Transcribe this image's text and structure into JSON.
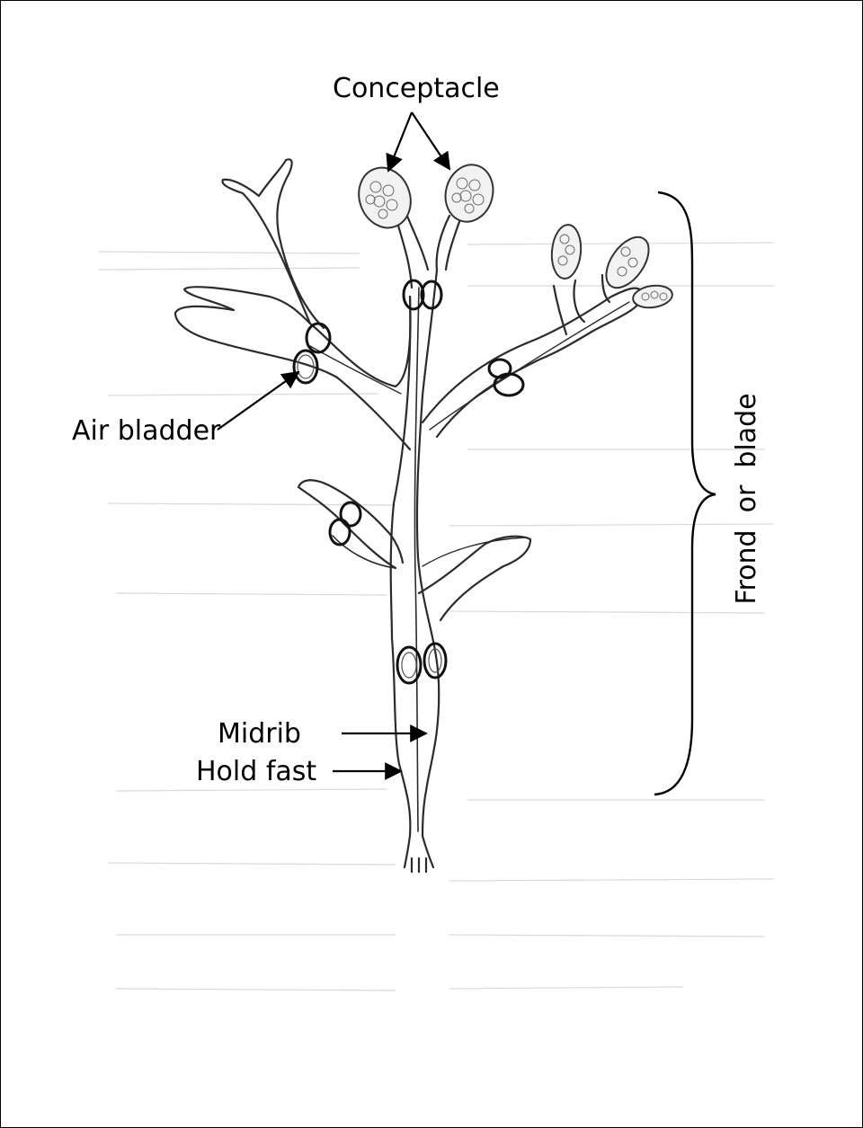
{
  "labels": {
    "conceptacle": "Conceptacle",
    "air_bladder": "Air bladder",
    "midrib": "Midrib",
    "hold_fast": "Hold fast",
    "frond": "Frond  or  blade"
  }
}
